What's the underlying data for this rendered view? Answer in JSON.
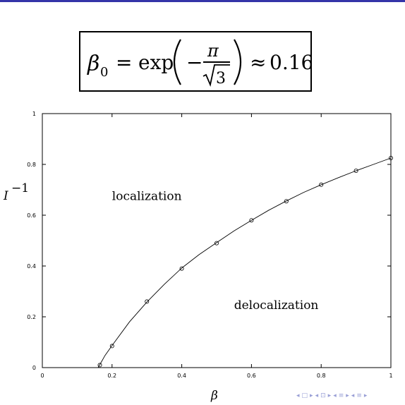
{
  "theme": {
    "top_rule_color": "#3434a8",
    "nav_color": "#9aa0d6",
    "curve_color": "#000000"
  },
  "formula": {
    "lhs_symbol": "β",
    "lhs_subscript": "0",
    "equals": "=",
    "function_name": "exp",
    "minus": "−",
    "numerator": "π",
    "denominator": "3",
    "approx": "≈",
    "value": "0.16"
  },
  "chart_data": {
    "type": "line",
    "title": "",
    "xlabel": "β",
    "ylabel_base": "I",
    "ylabel_exponent": "−1",
    "xlim": [
      0,
      1
    ],
    "ylim": [
      0,
      1
    ],
    "xticks": [
      "0",
      "0.2",
      "0.4",
      "0.6",
      "0.8",
      "1"
    ],
    "yticks": [
      "0",
      "0.2",
      "0.4",
      "0.6",
      "0.8",
      "1"
    ],
    "grid": false,
    "annotations": [
      {
        "text": "localization",
        "x": 0.2,
        "y": 0.66
      },
      {
        "text": "delocalization",
        "x": 0.55,
        "y": 0.23
      }
    ],
    "series": [
      {
        "style": "circle-markers",
        "x": [
          0.165,
          0.2,
          0.3,
          0.4,
          0.5,
          0.6,
          0.7,
          0.8,
          0.9,
          1.0
        ],
        "y": [
          0.01,
          0.085,
          0.26,
          0.39,
          0.49,
          0.58,
          0.655,
          0.72,
          0.775,
          0.825
        ]
      },
      {
        "style": "solid-line",
        "x": [
          0.16,
          0.17,
          0.18,
          0.2,
          0.25,
          0.3,
          0.35,
          0.4,
          0.45,
          0.5,
          0.55,
          0.6,
          0.65,
          0.7,
          0.75,
          0.8,
          0.85,
          0.9,
          0.95,
          1.0
        ],
        "y": [
          0.0,
          0.024,
          0.048,
          0.087,
          0.18,
          0.258,
          0.328,
          0.392,
          0.445,
          0.492,
          0.538,
          0.58,
          0.62,
          0.656,
          0.69,
          0.72,
          0.748,
          0.775,
          0.8,
          0.825
        ]
      }
    ]
  },
  "nav": {
    "icons": [
      "◂",
      "□",
      "▸",
      "◂",
      "⊡",
      "▸",
      "◂",
      "≡",
      "▸",
      "◂",
      "≡",
      "▸"
    ]
  }
}
